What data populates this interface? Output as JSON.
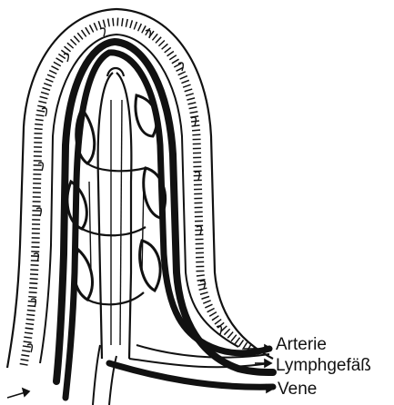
{
  "labels": {
    "arterie": "Arterie",
    "lymphgefaess": "Lymphgefäß",
    "vene": "Vene"
  },
  "colors": {
    "ink": "#111111",
    "background": "#ffffff"
  }
}
